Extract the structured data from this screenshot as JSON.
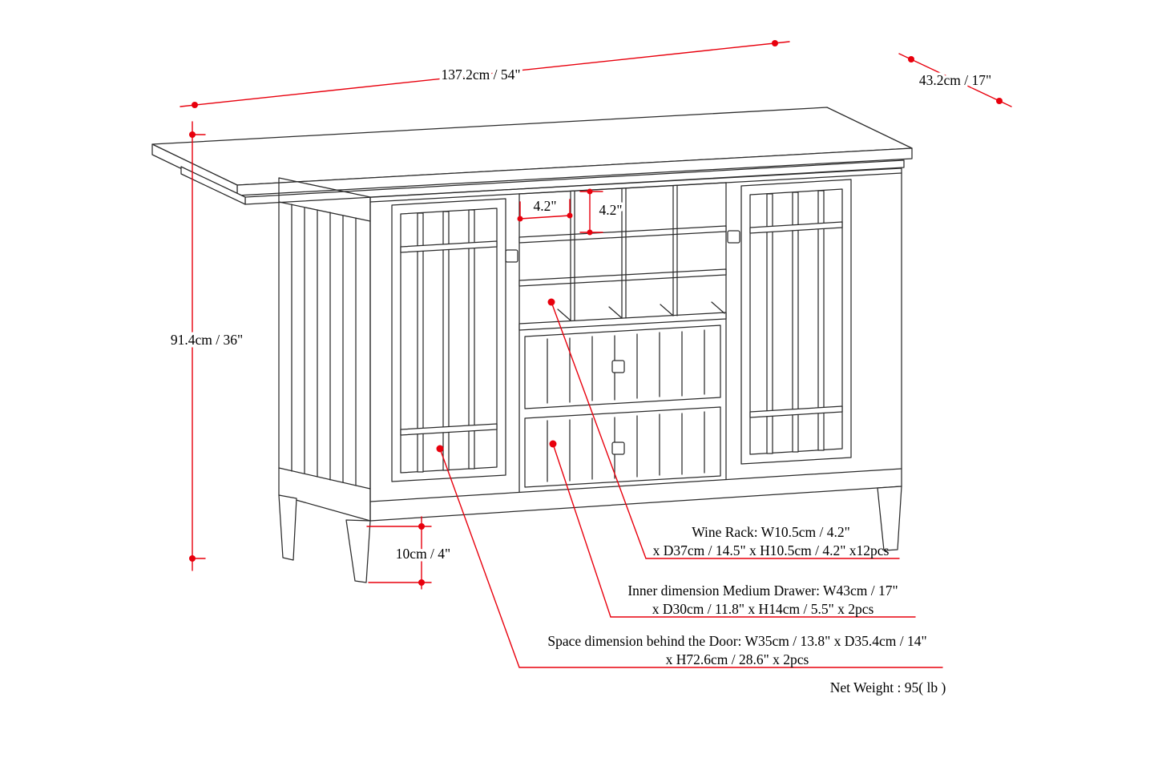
{
  "diagram": {
    "kind": "furniture-dimension-diagram",
    "colors": {
      "dimension_red": "#e8000d",
      "drawing_line": "#2b2b2b",
      "text": "#000000",
      "background": "#ffffff"
    },
    "dimensions": {
      "top_width": "137.2cm / 54\"",
      "top_depth": "43.2cm / 17\"",
      "height": "91.4cm / 36\"",
      "wine_cell_width": "4.2\"",
      "wine_cell_height": "4.2\"",
      "leg_height": "10cm / 4\""
    },
    "annotations": {
      "wine_rack": {
        "line1": "Wine Rack: W10.5cm / 4.2\"",
        "line2": "x D37cm / 14.5\" x H10.5cm / 4.2\" x12pcs"
      },
      "medium_drawer": {
        "line1": "Inner dimension Medium Drawer: W43cm / 17\"",
        "line2": "x D30cm / 11.8\" x H14cm / 5.5\" x 2pcs"
      },
      "door_space": {
        "line1": "Space dimension behind the Door:  W35cm / 13.8\" x D35.4cm / 14\"",
        "line2": "x H72.6cm / 28.6\" x 2pcs"
      },
      "net_weight": "Net Weight : 95( lb )"
    }
  }
}
